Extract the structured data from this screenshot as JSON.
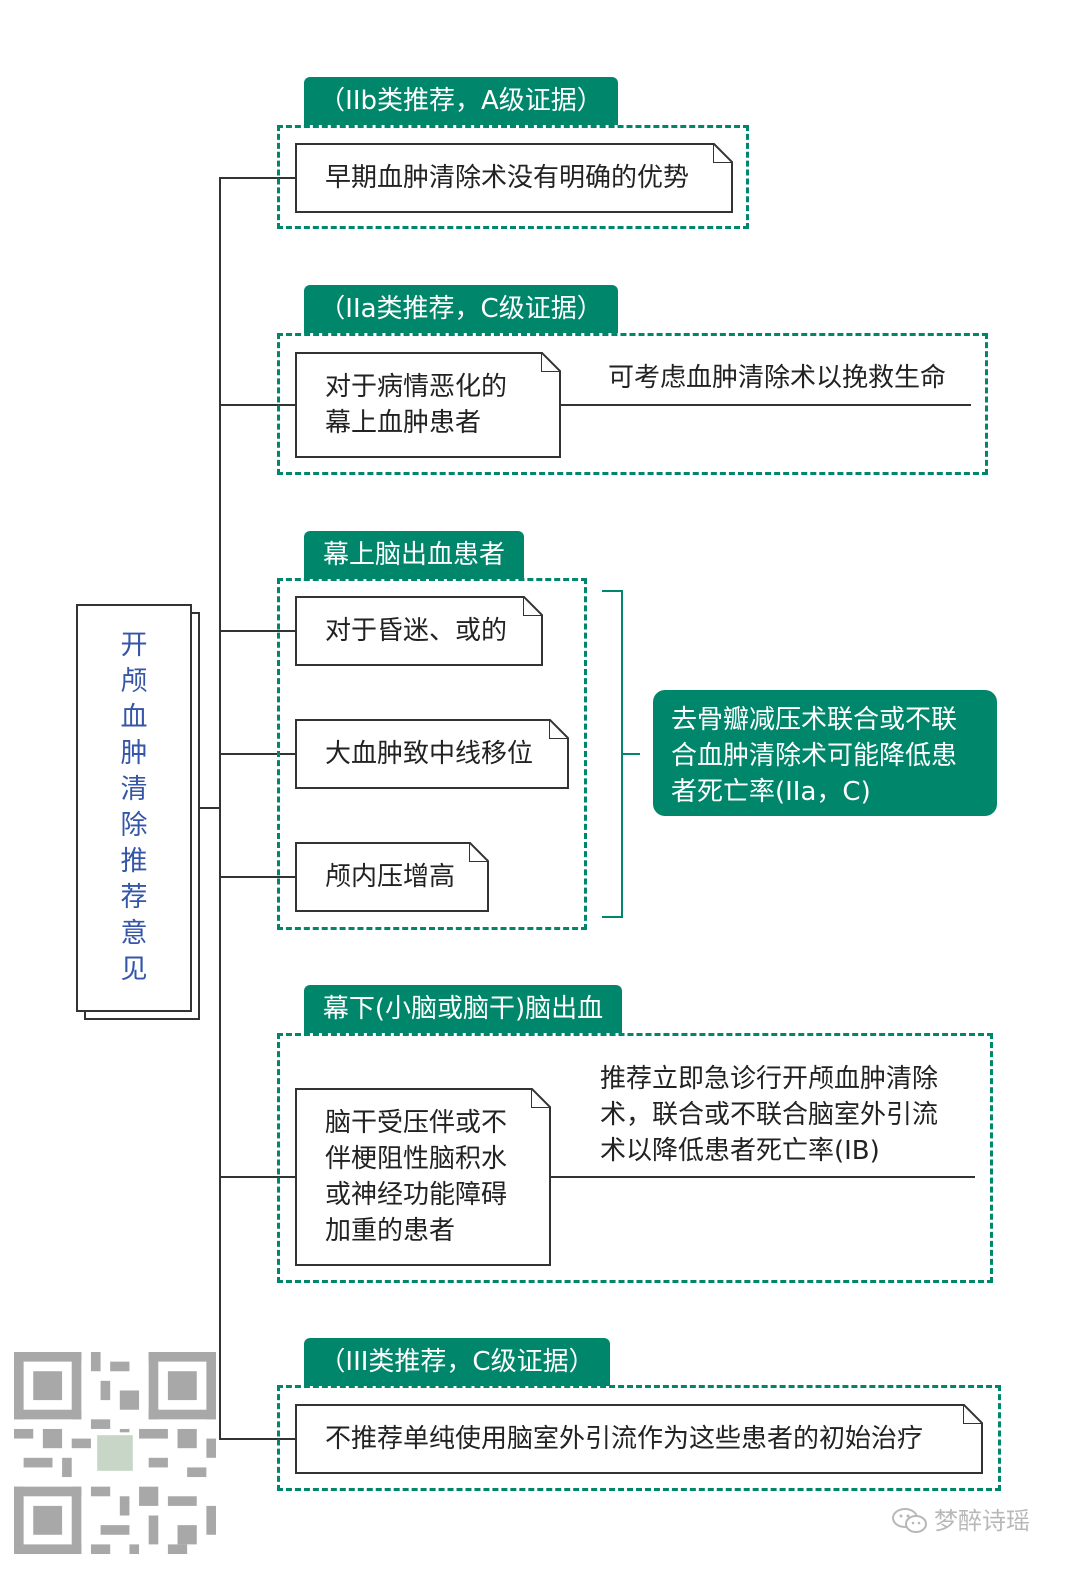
{
  "title": "开颅血肿清除推荐意见",
  "sections": [
    {
      "tab": "（IIb类推荐，A级证据）",
      "note": "早期血肿清除术没有明确的优势"
    },
    {
      "tab": "（IIa类推荐，C级证据）",
      "note": "对于病情恶化的\n幕上血肿患者",
      "result": "可考虑血肿清除术以挽救生命"
    },
    {
      "tab": "幕上脑出血患者",
      "notes": [
        "对于昏迷、或的",
        "大血肿致中线移位",
        "颅内压增高"
      ],
      "result": "去骨瓣减压术联合或不联合血肿清除术可能降低患者死亡率(IIa，C)"
    },
    {
      "tab": "幕下(小脑或脑干)脑出血",
      "note": "脑干受压伴或不\n伴梗阻性脑积水\n或神经功能障碍\n加重的患者",
      "result": "推荐立即急诊行开颅血肿清除\n术，联合或不联合脑室外引流\n术以降低患者死亡率(IB)"
    },
    {
      "tab": "（III类推荐，C级证据）",
      "note": "不推荐单纯使用脑室外引流作为这些患者的初始治疗"
    }
  ],
  "watermark": "梦醉诗瑶",
  "colors": {
    "accent": "#00876b",
    "title_text": "#3556a8",
    "line": "#333333"
  },
  "icons": {
    "watermark": "wechat-icon",
    "qr": "qr-code"
  }
}
